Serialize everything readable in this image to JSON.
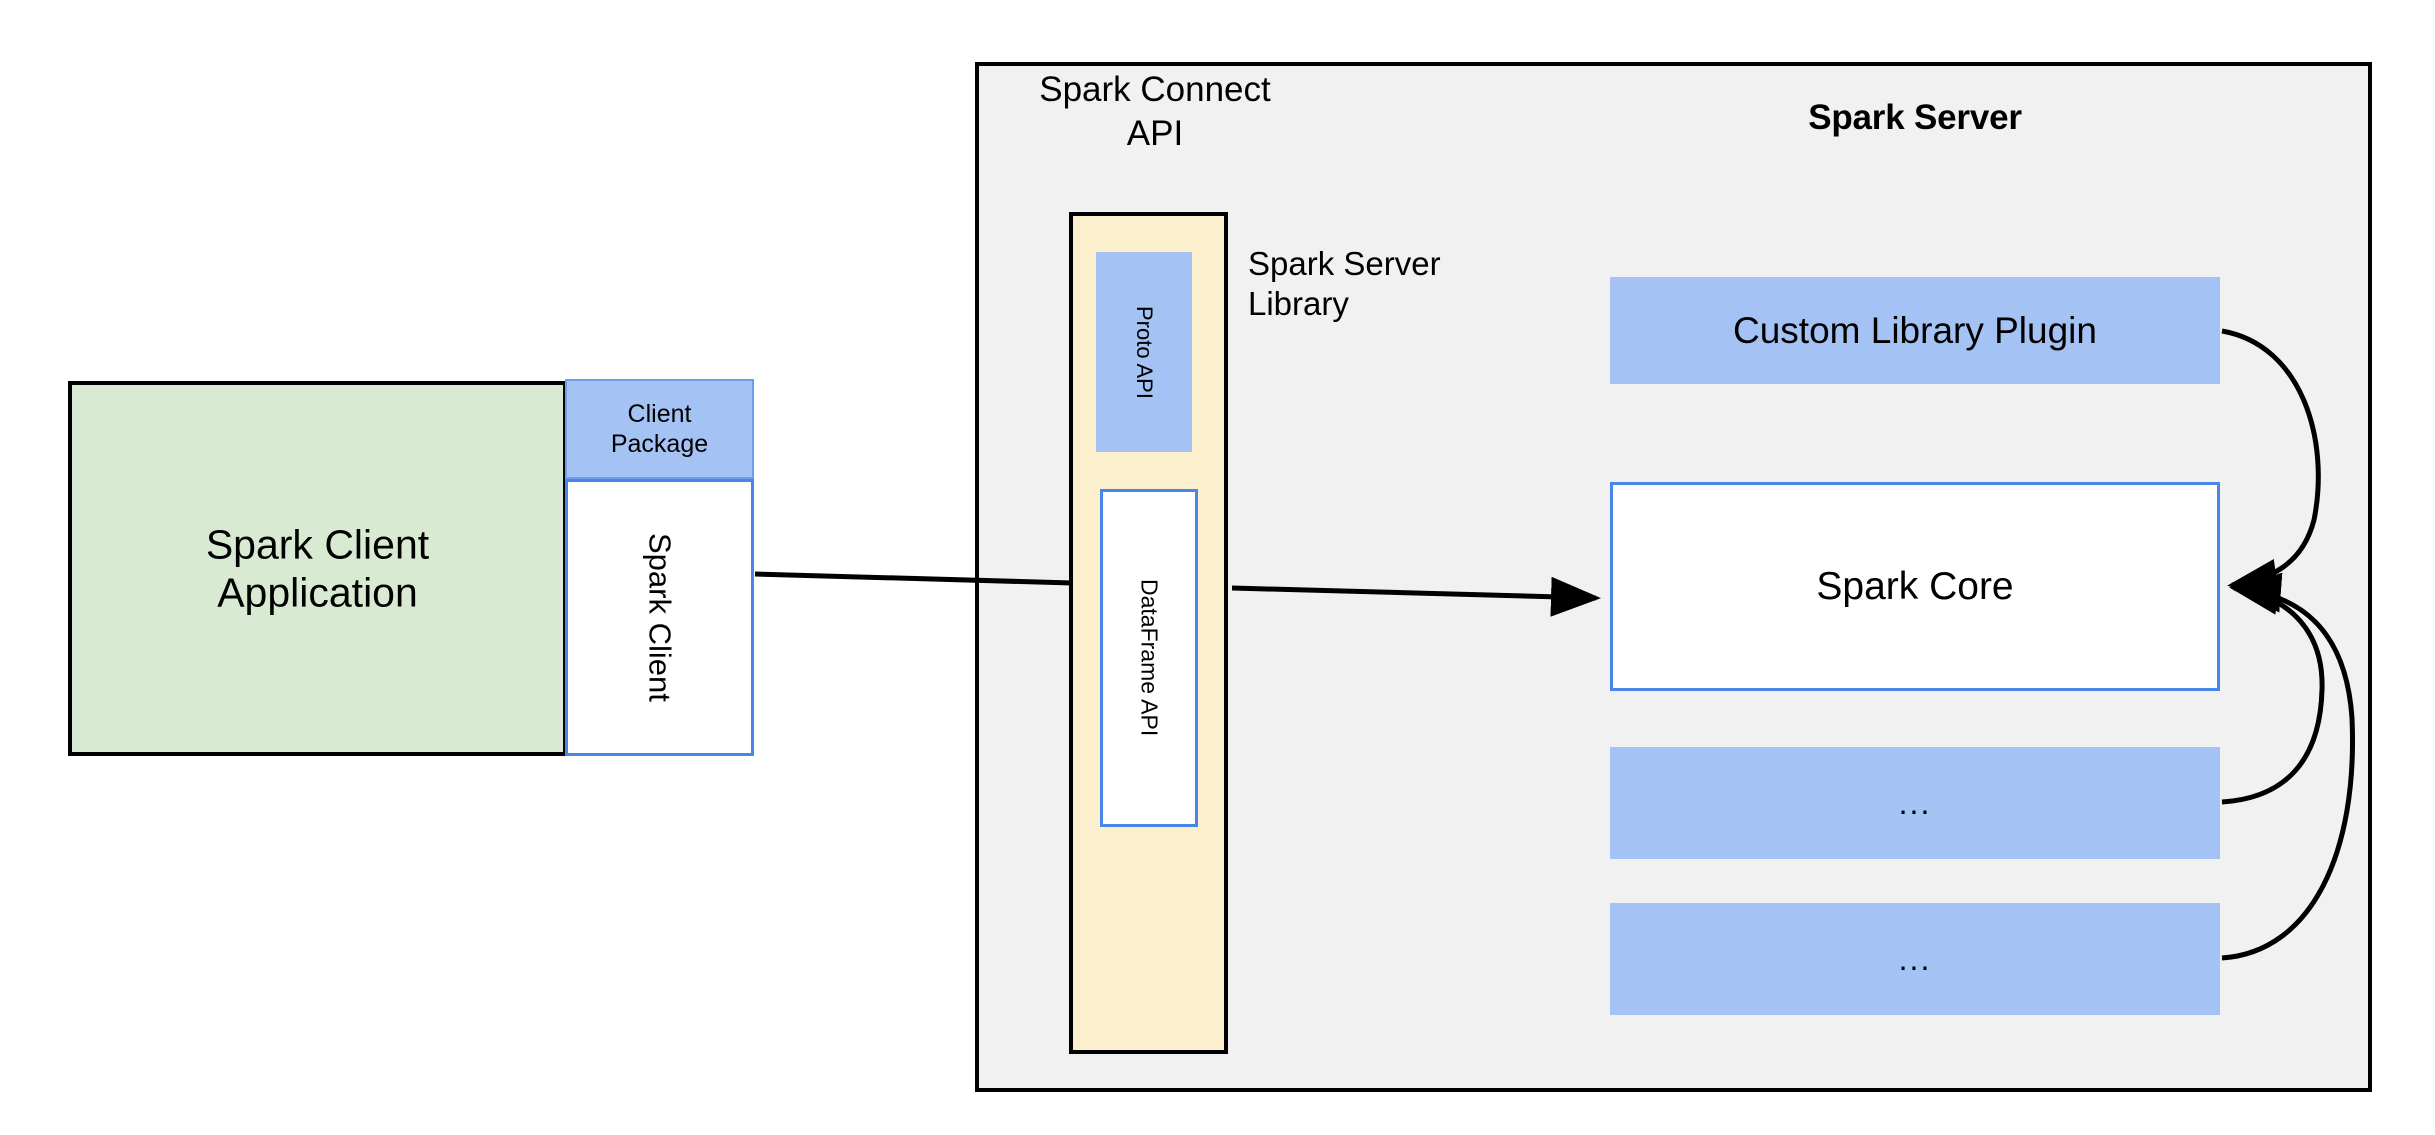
{
  "diagram": {
    "title_client_application": "Spark Client\nApplication",
    "client_package": "Client\nPackage",
    "spark_client": "Spark Client",
    "spark_connect_api": "Spark Connect\nAPI",
    "spark_server": "Spark Server",
    "spark_server_library": "Spark Server\nLibrary",
    "proto_api": "Proto API",
    "dataframe_api": "DataFrame API",
    "custom_library_plugin": "Custom Library Plugin",
    "spark_core": "Spark Core",
    "ellipsis_1": "...",
    "ellipsis_2": "..."
  },
  "colors": {
    "green_fill": "#D9EAD3",
    "blue_fill": "#A4C2F4",
    "blue_border": "#4A86E8",
    "yellow_fill": "#FCEFCD",
    "panel_fill": "#F1F1F1",
    "outline": "#000000",
    "white_fill": "#FFFFFF"
  },
  "connections": [
    {
      "from": "spark-client",
      "to": "spark-core",
      "style": "straight-arrow"
    },
    {
      "from": "custom-library-plugin",
      "to": "spark-core",
      "style": "curved-arrow"
    },
    {
      "from": "ellipsis-1",
      "to": "spark-core",
      "style": "curved-arrow"
    },
    {
      "from": "ellipsis-2",
      "to": "spark-core",
      "style": "curved-arrow"
    }
  ]
}
